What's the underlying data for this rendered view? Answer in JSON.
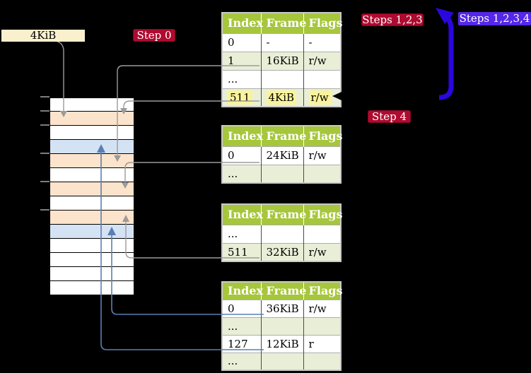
{
  "colors": {
    "background": "#000000",
    "memory-frame-plain": "#FFFFFF",
    "memory-frame-table": "#FCE3CB",
    "memory-frame-mapped": "#D4E3F4",
    "tick": "#7D7D7D",
    "table-header-bg": "#A6C63C",
    "table-row": "#FFFFFF",
    "table-row-alt": "#E9EFD7",
    "table-outer-border": "#C9C9C9",
    "highlight": "#FBF39B",
    "frame-label-bg": "#FAF0CE",
    "badge-red": "#AF0A30",
    "badge-blue": "#5527E8",
    "arrow-big": "#2B07DE",
    "connector-grey": "#9B9B9B",
    "connector-blue": "#5B7FB4",
    "connector-black": "#000000"
  },
  "frame_label": {
    "text": "4KiB"
  },
  "badges": {
    "step0": {
      "text": "Step 0"
    },
    "steps123": {
      "text": "Steps 1,2,3"
    },
    "steps1234": {
      "text": "Steps 1,2,3,4"
    },
    "step4": {
      "text": "Step 4"
    }
  },
  "memory_column": {
    "rows": [
      "plain",
      "table",
      "plain",
      "mapped",
      "table",
      "plain",
      "table",
      "plain",
      "table",
      "mapped",
      "plain",
      "plain",
      "plain",
      "plain"
    ]
  },
  "tables": [
    {
      "headers": [
        "Index",
        "Frame",
        "Flags"
      ],
      "rows": [
        {
          "cells": [
            "0",
            "-",
            "-"
          ],
          "shade": "plain",
          "highlight": false
        },
        {
          "cells": [
            "1",
            "16KiB",
            "r/w"
          ],
          "shade": "alt",
          "highlight": false
        },
        {
          "cells": [
            "...",
            "",
            ""
          ],
          "shade": "plain",
          "highlight": false
        },
        {
          "cells": [
            "511",
            "4KiB",
            "r/w"
          ],
          "shade": "alt",
          "highlight": true
        }
      ]
    },
    {
      "headers": [
        "Index",
        "Frame",
        "Flags"
      ],
      "rows": [
        {
          "cells": [
            "0",
            "24KiB",
            "r/w"
          ],
          "shade": "plain",
          "highlight": false
        },
        {
          "cells": [
            "...",
            "",
            ""
          ],
          "shade": "alt",
          "highlight": false
        }
      ]
    },
    {
      "headers": [
        "Index",
        "Frame",
        "Flags"
      ],
      "rows": [
        {
          "cells": [
            "...",
            "",
            ""
          ],
          "shade": "plain",
          "highlight": false
        },
        {
          "cells": [
            "511",
            "32KiB",
            "r/w"
          ],
          "shade": "alt",
          "highlight": false
        }
      ]
    },
    {
      "headers": [
        "Index",
        "Frame",
        "Flags"
      ],
      "rows": [
        {
          "cells": [
            "0",
            "36KiB",
            "r/w"
          ],
          "shade": "plain",
          "highlight": false
        },
        {
          "cells": [
            "...",
            "",
            ""
          ],
          "shade": "alt",
          "highlight": false
        },
        {
          "cells": [
            "127",
            "12KiB",
            "r"
          ],
          "shade": "plain",
          "highlight": false
        },
        {
          "cells": [
            "...",
            "",
            ""
          ],
          "shade": "alt",
          "highlight": false
        }
      ]
    }
  ]
}
